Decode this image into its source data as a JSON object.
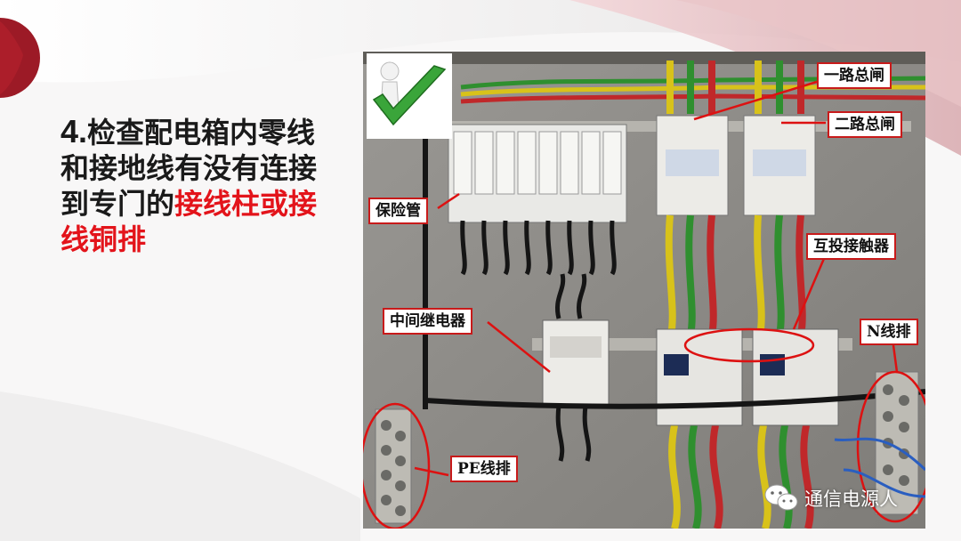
{
  "heading": {
    "number": "4.",
    "text_black": "检查配电箱内零线和接地线有没有连接到专门的",
    "text_red": "接线柱或接线铜排"
  },
  "callouts": {
    "main_switch_1": "一路总闸",
    "main_switch_2": "二路总闸",
    "fuse": "保险管",
    "interlock_contactor": "互投接触器",
    "intermediate_relay": "中间继电器",
    "n_busbar": "N线排",
    "pe_busbar": "PE线排"
  },
  "watermark": {
    "text": "通信电源人",
    "icon": "wechat-icon"
  },
  "colors": {
    "accent_red": "#e3141b",
    "callout_border": "#c81a1a",
    "decor_dark_red": "#9c1a26"
  }
}
